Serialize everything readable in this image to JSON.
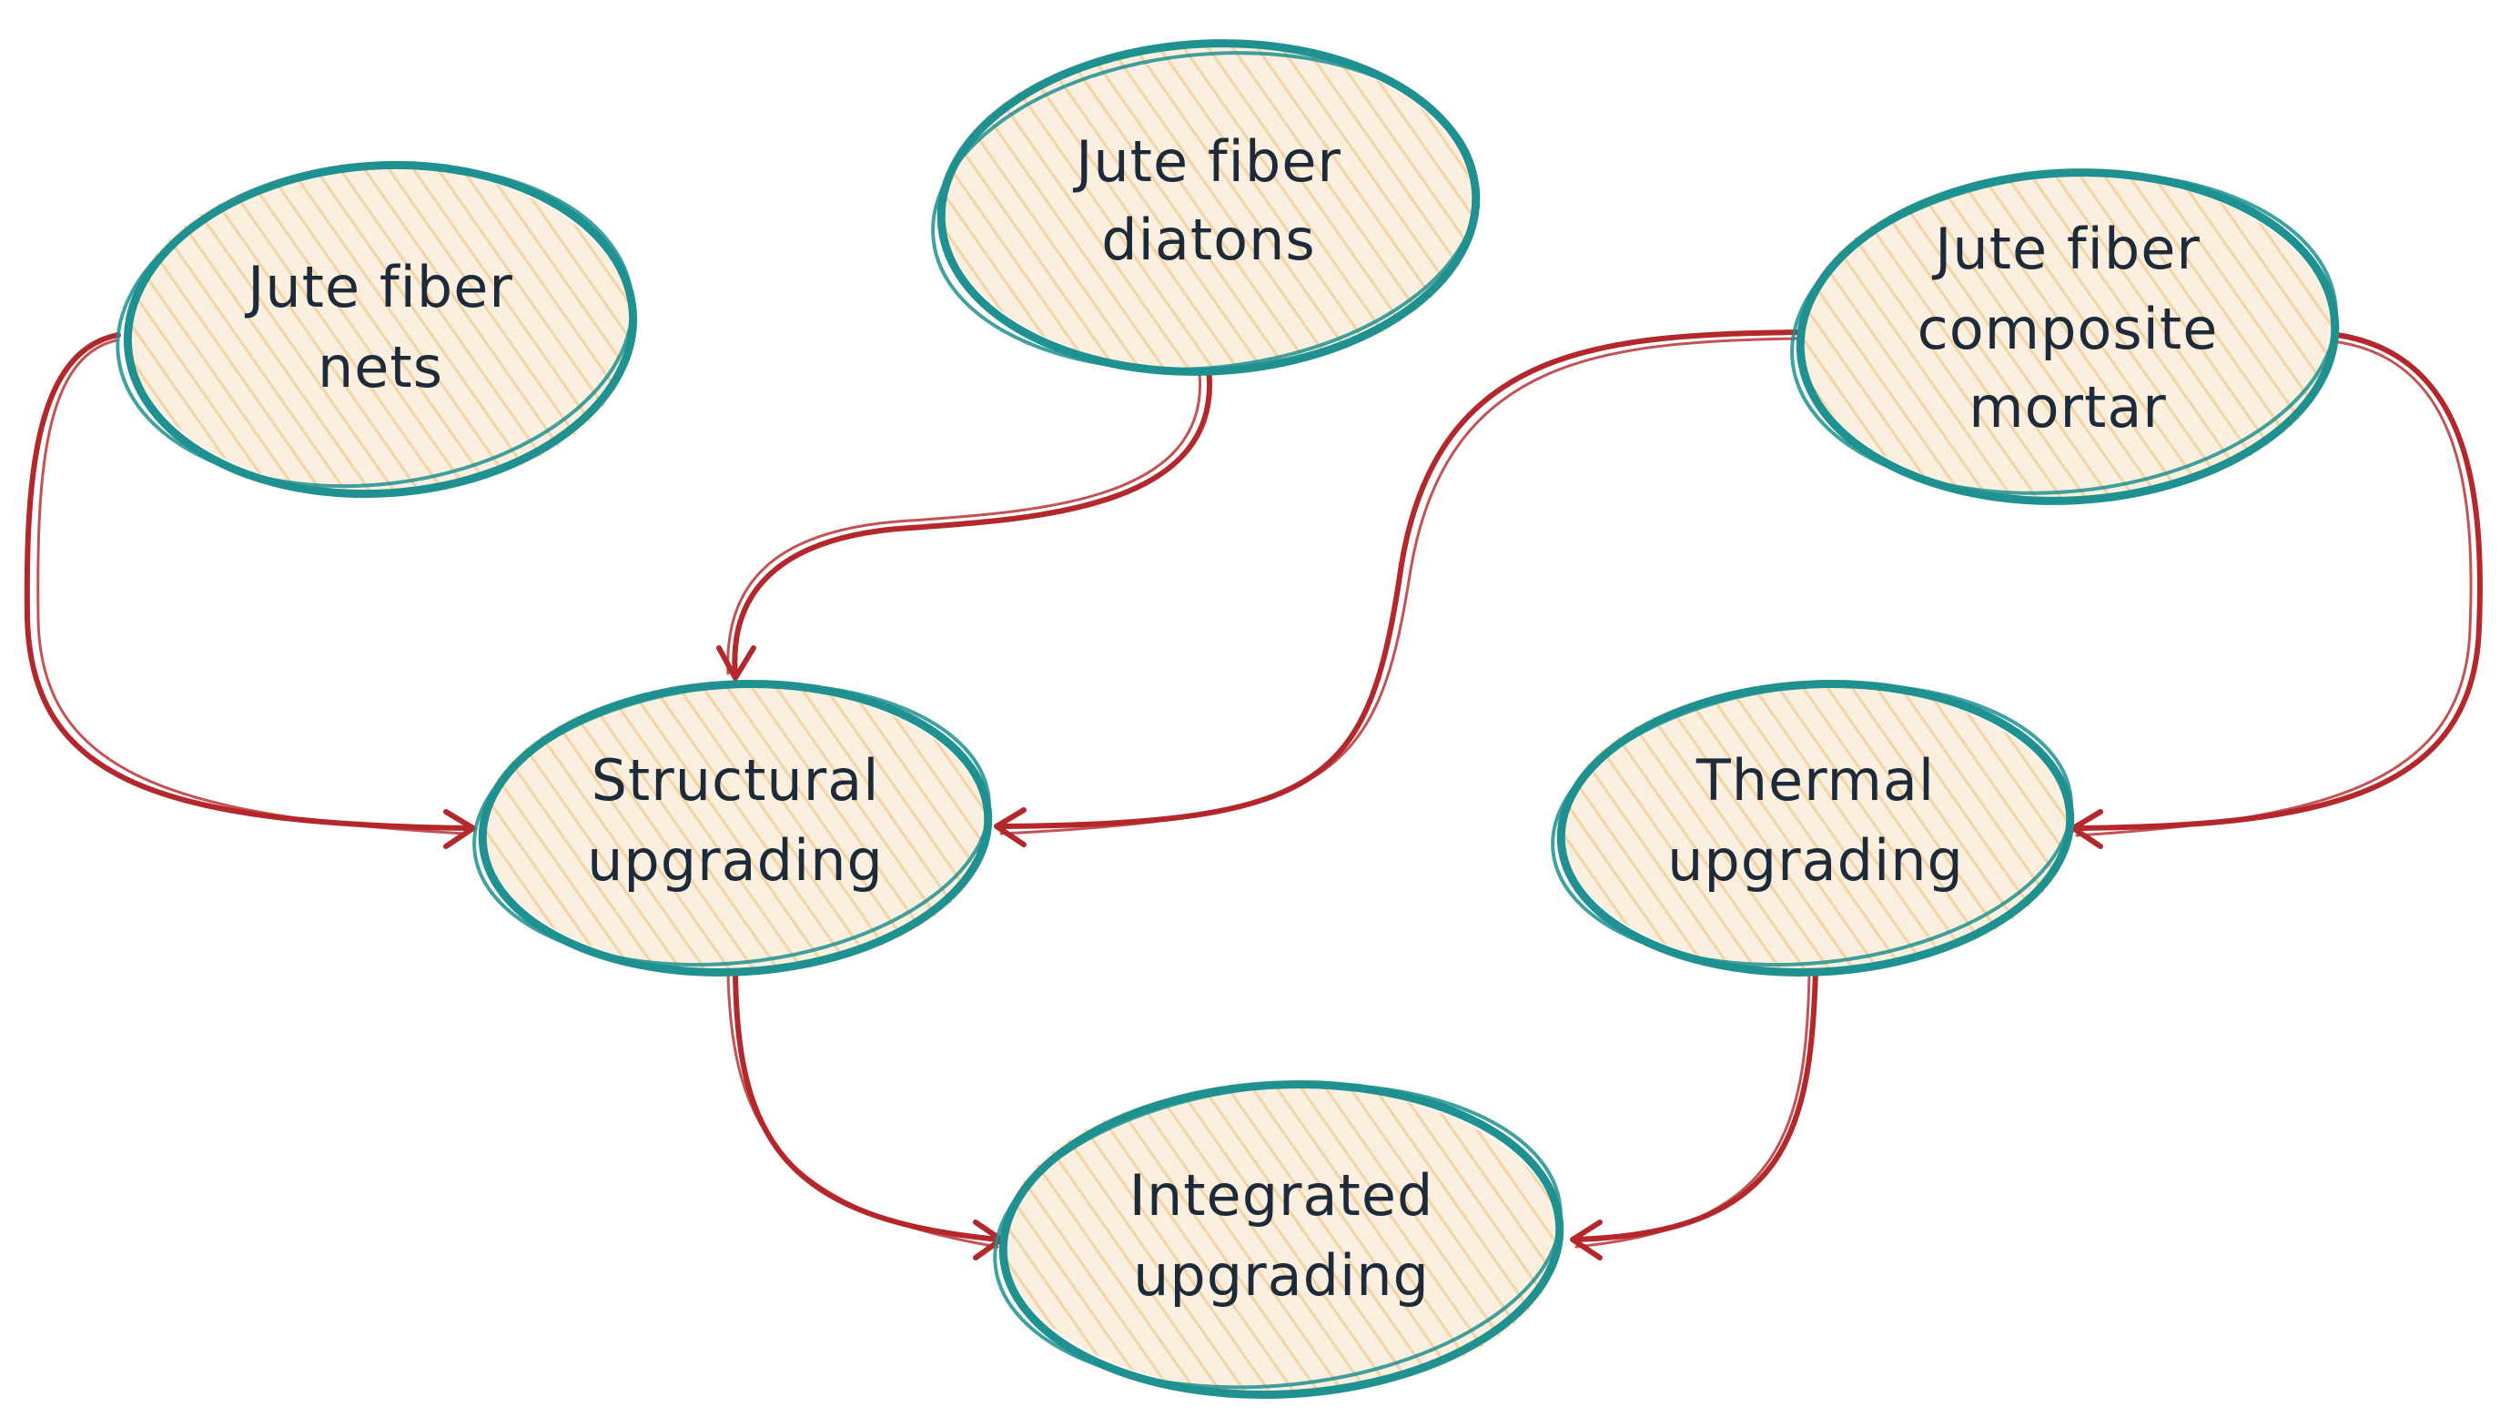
{
  "colors": {
    "node_outline": "#1f9190",
    "node_fill": "#fbf0e0",
    "node_hatch": "#f4d3a6",
    "edge": "#b4272b",
    "label_text": "#1d2a3a"
  },
  "nodes": {
    "jute_fiber_nets": {
      "lines": [
        "Jute fiber",
        "nets"
      ]
    },
    "jute_fiber_diatons": {
      "lines": [
        "Jute fiber",
        "diatons"
      ]
    },
    "jute_fiber_composite_mortar": {
      "lines": [
        "Jute fiber",
        "composite",
        "mortar"
      ]
    },
    "structural_upgrading": {
      "lines": [
        "Structural",
        "upgrading"
      ]
    },
    "thermal_upgrading": {
      "lines": [
        "Thermal",
        "upgrading"
      ]
    },
    "integrated_upgrading": {
      "lines": [
        "Integrated",
        "upgrading"
      ]
    }
  },
  "edges": [
    {
      "from": "jute_fiber_nets",
      "to": "structural_upgrading"
    },
    {
      "from": "jute_fiber_diatons",
      "to": "structural_upgrading"
    },
    {
      "from": "jute_fiber_composite_mortar",
      "to": "structural_upgrading"
    },
    {
      "from": "jute_fiber_composite_mortar",
      "to": "thermal_upgrading"
    },
    {
      "from": "structural_upgrading",
      "to": "integrated_upgrading"
    },
    {
      "from": "thermal_upgrading",
      "to": "integrated_upgrading"
    }
  ]
}
